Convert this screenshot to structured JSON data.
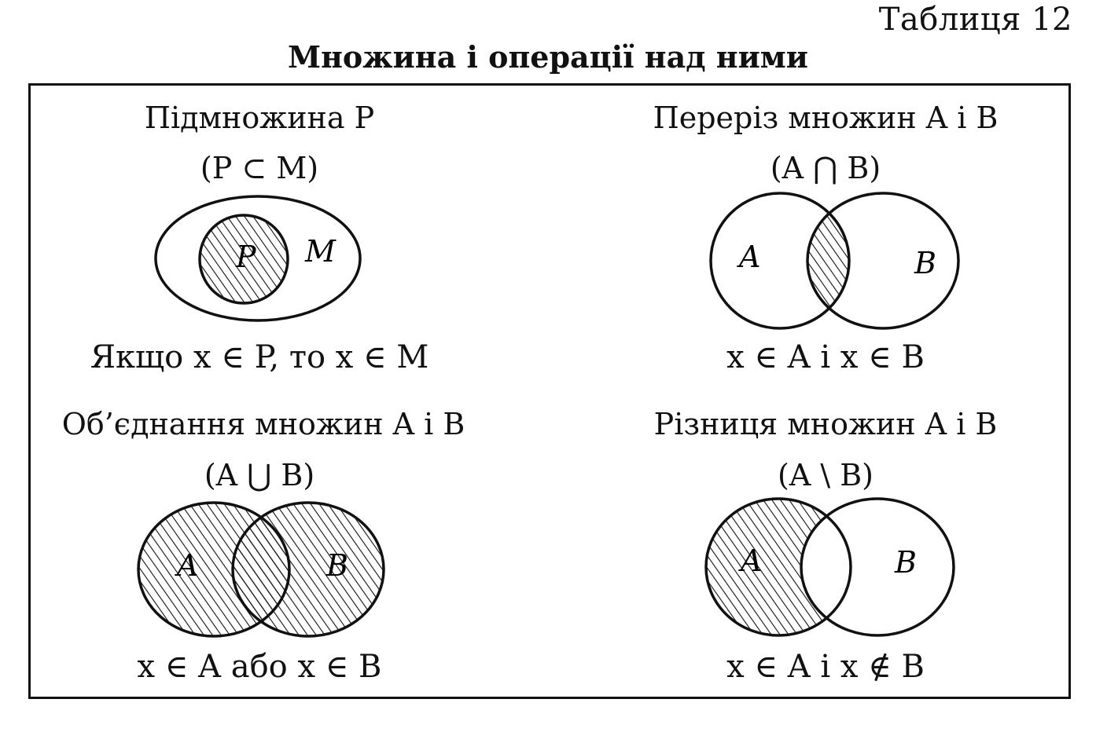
{
  "header": {
    "table_label": "Таблиця 12",
    "title": "Множина і операції над ними"
  },
  "panels": {
    "subset": {
      "title": "Підмножина P",
      "notation": "(P ⊂ M)",
      "set_labels": [
        "P",
        "M"
      ],
      "condition": "Якщо  x ∈ P,  то  x ∈ M"
    },
    "intersection": {
      "title": "Переріз множин A і B",
      "notation": "(A ⋂ B)",
      "set_labels": [
        "A",
        "B"
      ],
      "condition": "x ∈ A і x ∈ B"
    },
    "union": {
      "title": "Об’єднання множин A і B",
      "notation": "(A ⋃ B)",
      "set_labels": [
        "A",
        "B"
      ],
      "condition": "x ∈ A або x ∈ B"
    },
    "difference": {
      "title": "Різниця множин A і B",
      "notation": "(A \\ B)",
      "set_labels": [
        "A",
        "B"
      ],
      "condition": "x ∈ A і x ∉ B"
    }
  }
}
